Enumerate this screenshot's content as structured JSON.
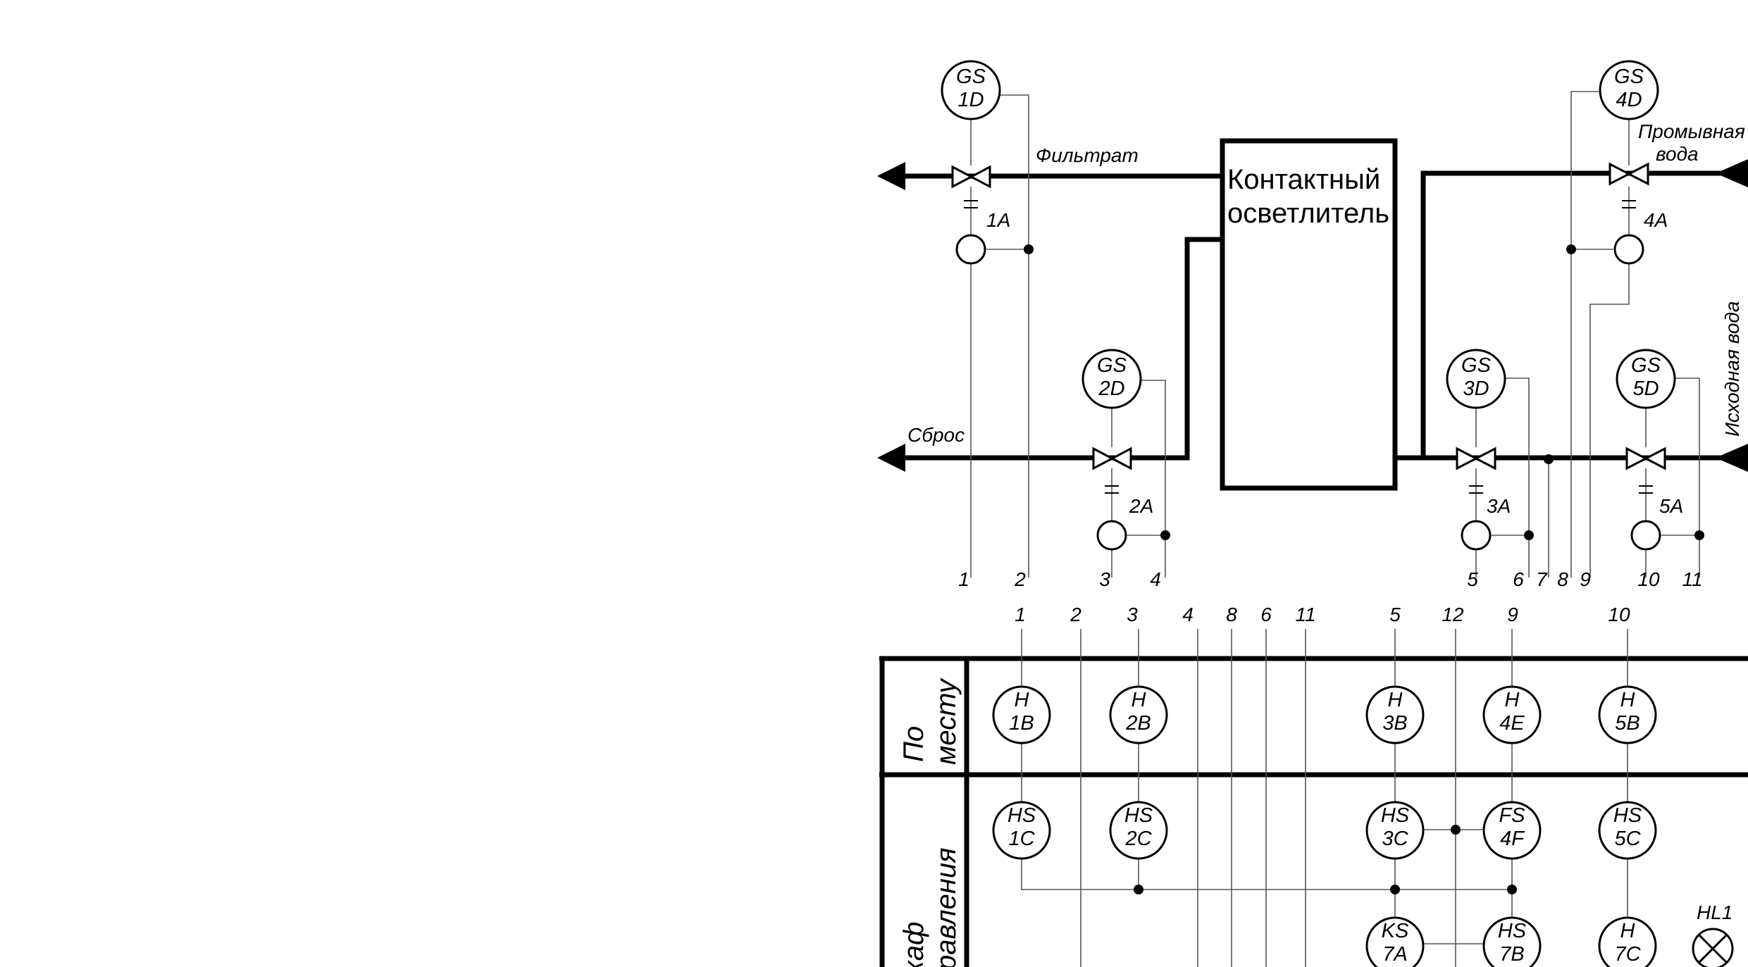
{
  "unit": {
    "title_line1": "Контактный",
    "title_line2": "осветлитель"
  },
  "streams": {
    "filtrate": "Фильтрат",
    "discharge": "Сброс",
    "wash_water_line1": "Промывная",
    "wash_water_line2": "вода",
    "source_water": "Исходная вода"
  },
  "instruments": [
    {
      "id": "gs1d",
      "line1": "GS",
      "line2": "1D"
    },
    {
      "id": "gs2d",
      "line1": "GS",
      "line2": "2D"
    },
    {
      "id": "gs3d",
      "line1": "GS",
      "line2": "3D"
    },
    {
      "id": "gs4d",
      "line1": "GS",
      "line2": "4D"
    },
    {
      "id": "gs5d",
      "line1": "GS",
      "line2": "5D"
    },
    {
      "id": "h1b",
      "line1": "H",
      "line2": "1B"
    },
    {
      "id": "h2b",
      "line1": "H",
      "line2": "2B"
    },
    {
      "id": "h3b",
      "line1": "H",
      "line2": "3B"
    },
    {
      "id": "h4e",
      "line1": "H",
      "line2": "4E"
    },
    {
      "id": "h5b",
      "line1": "H",
      "line2": "5B"
    },
    {
      "id": "hs1c",
      "line1": "HS",
      "line2": "1C"
    },
    {
      "id": "hs2c",
      "line1": "HS",
      "line2": "2C"
    },
    {
      "id": "hs3c",
      "line1": "HS",
      "line2": "3C"
    },
    {
      "id": "fs4f",
      "line1": "FS",
      "line2": "4F"
    },
    {
      "id": "hs5c",
      "line1": "HS",
      "line2": "5C"
    },
    {
      "id": "ks7a",
      "line1": "KS",
      "line2": "7A"
    },
    {
      "id": "hs7b",
      "line1": "HS",
      "line2": "7B"
    },
    {
      "id": "h7c",
      "line1": "H",
      "line2": "7C"
    }
  ],
  "actuators": [
    "1A",
    "2A",
    "3A",
    "4A",
    "5A"
  ],
  "lamp": "HL1",
  "field_wire_numbers": [
    "1",
    "2",
    "3",
    "4",
    "5",
    "6",
    "7",
    "8",
    "9",
    "10",
    "11"
  ],
  "panel_wire_numbers": [
    "1",
    "2",
    "3",
    "4",
    "8",
    "6",
    "11",
    "5",
    "12",
    "9",
    "10"
  ],
  "panel_rows": {
    "local_line1": "По",
    "local_line2": "месту",
    "cabinet_line1": "Шкаф",
    "cabinet_line2": "управления"
  },
  "colors": {
    "line": "#000000",
    "thin_line": "#555555",
    "background": "#ffffff"
  }
}
